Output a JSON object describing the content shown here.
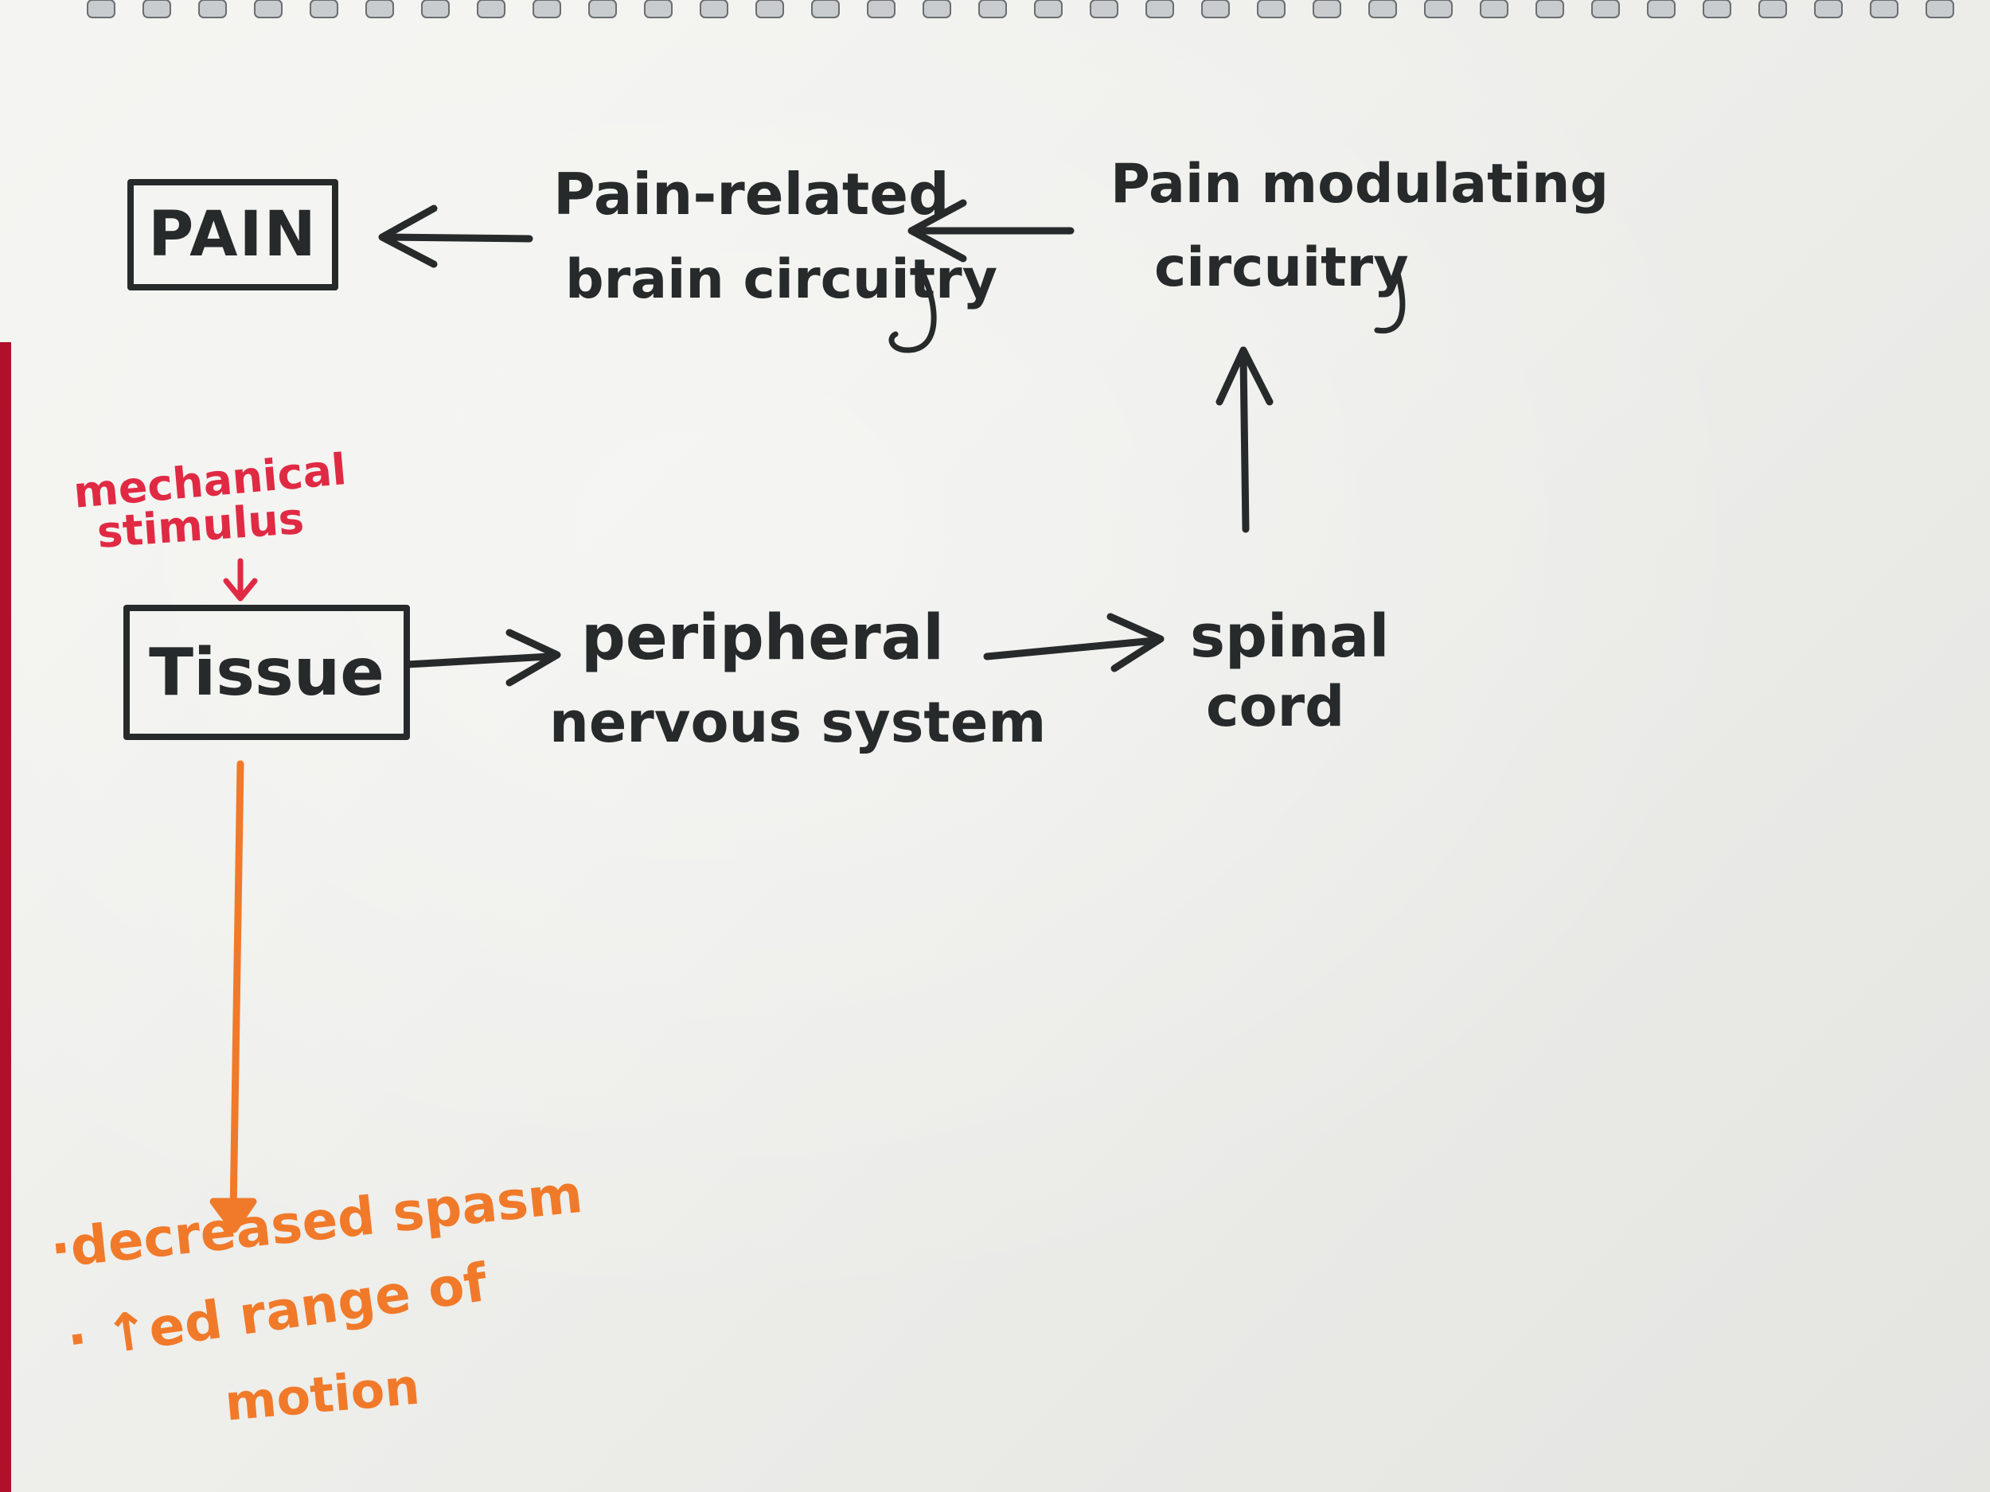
{
  "nodes": {
    "pain": "PAIN",
    "pain_related": [
      "Pain-related",
      "brain circuitry"
    ],
    "pain_modulating": [
      "Pain modulating",
      "circuitry"
    ],
    "tissue": "Tissue",
    "peripheral": [
      "peripheral",
      "nervous system"
    ],
    "spinal": [
      "spinal",
      "cord"
    ]
  },
  "stimulus": [
    "mechanical",
    "stimulus"
  ],
  "outcomes": [
    "·decreased spasm",
    "· ↑ed range of",
    "motion"
  ],
  "colors": {
    "ink": "#262a2b",
    "stimulus": "#e02a44",
    "outcome": "#f07a2a"
  }
}
